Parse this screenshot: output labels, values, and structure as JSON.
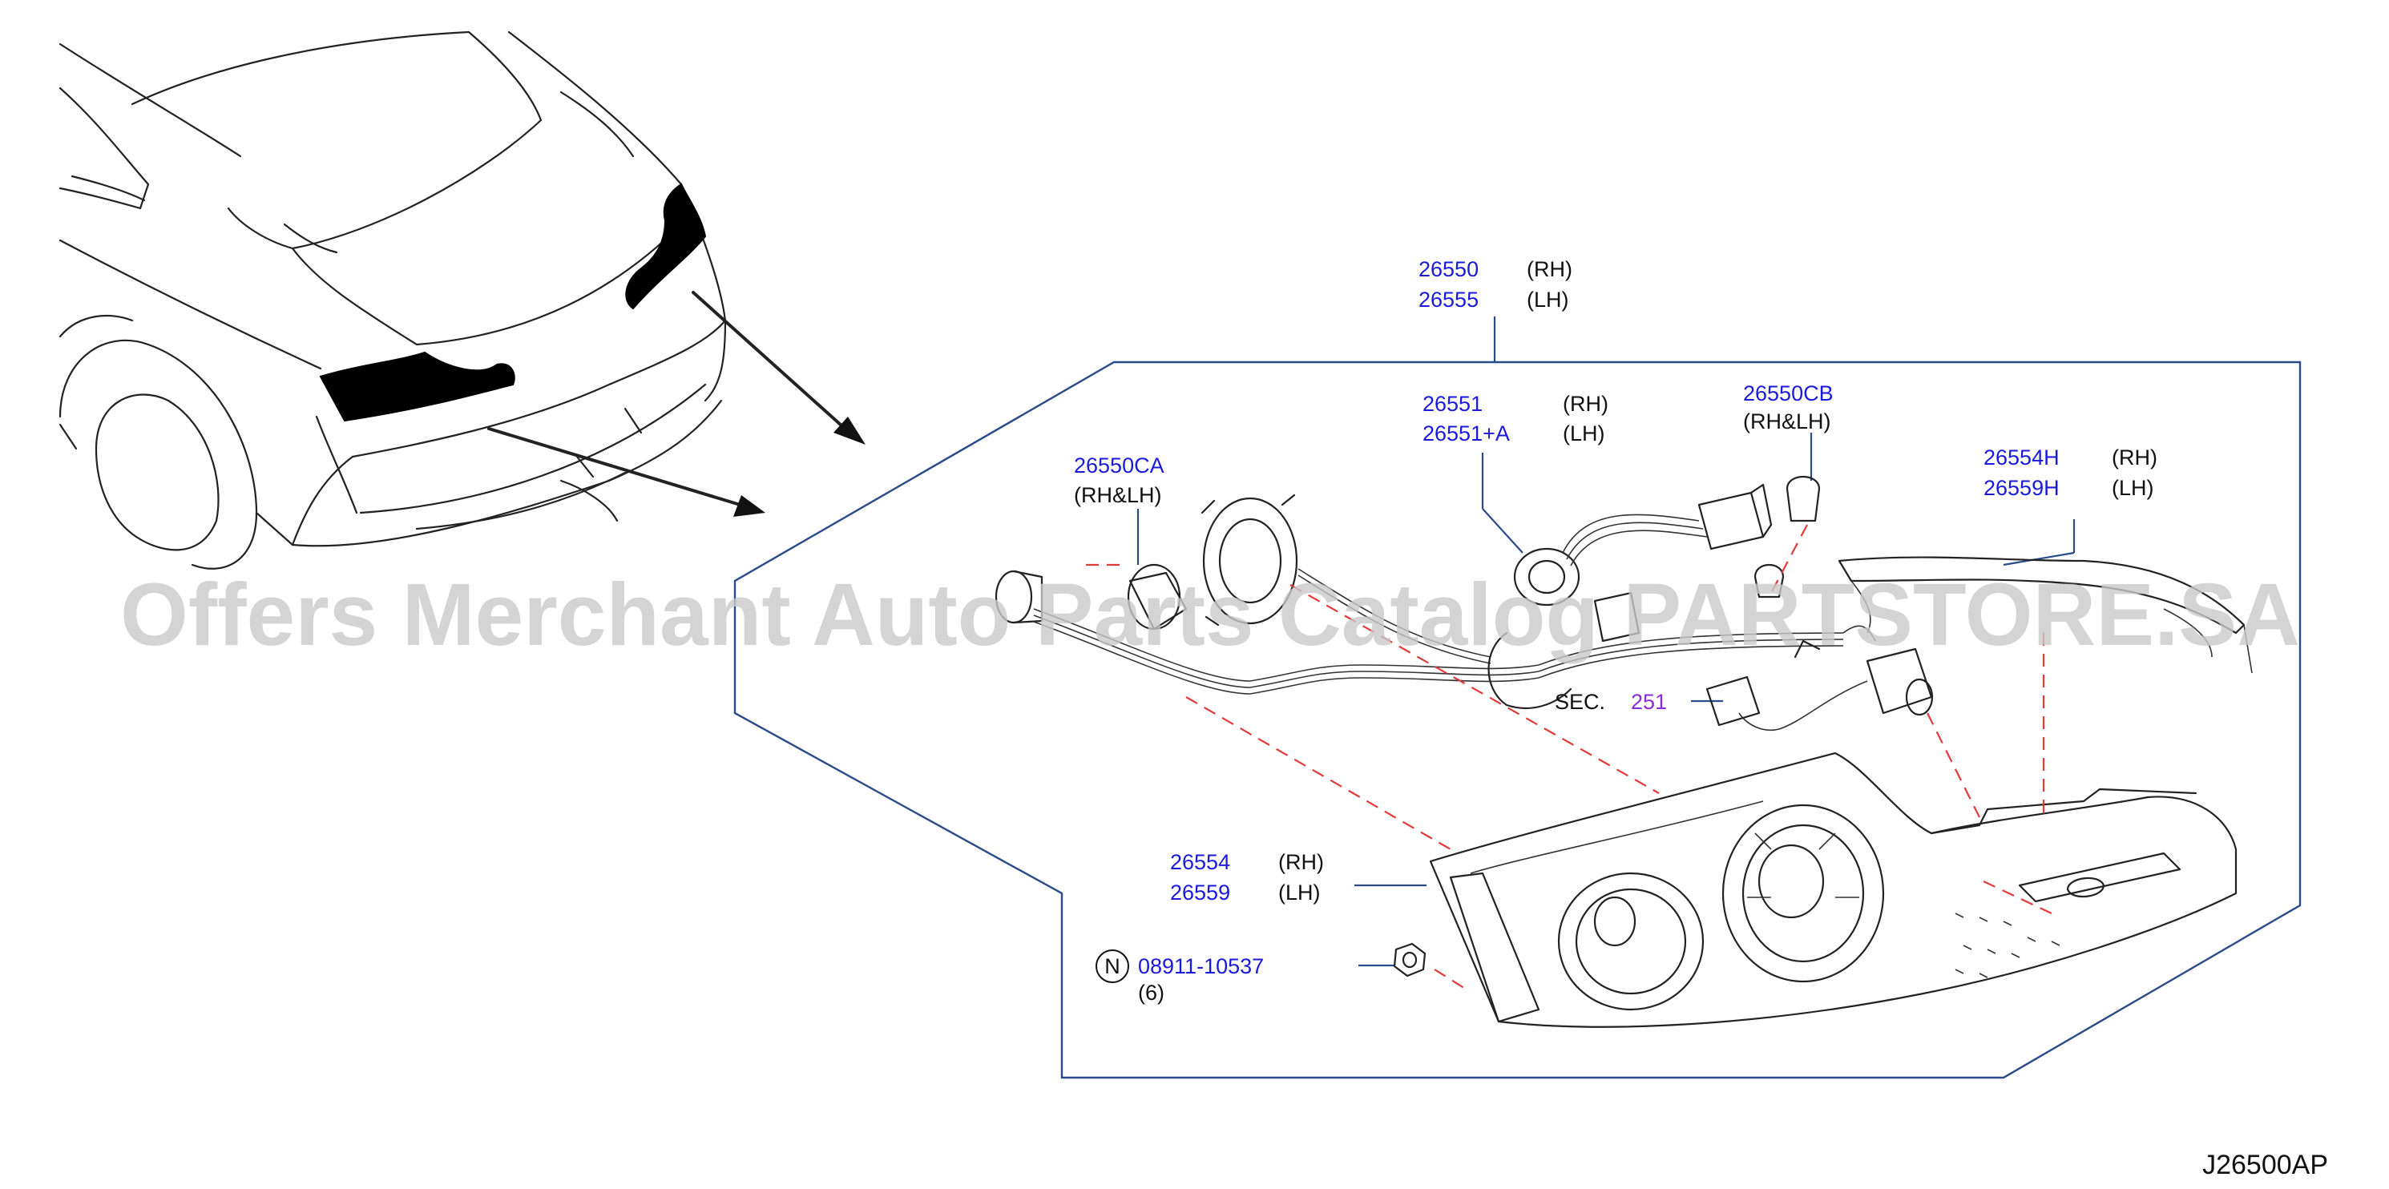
{
  "callouts": {
    "assembly": {
      "rh": "26550",
      "lh": "26555",
      "rh_tag": "(RH)",
      "lh_tag": "(LH)"
    },
    "harness": {
      "rh": "26551",
      "lh": "26551+A",
      "rh_tag": "(RH)",
      "lh_tag": "(LH)"
    },
    "bulb_cb": {
      "pn": "26550CB",
      "tag": "(RH&LH)"
    },
    "bulb_ca": {
      "pn": "26550CA",
      "tag": "(RH&LH)"
    },
    "gasket": {
      "rh": "26554H",
      "lh": "26559H",
      "rh_tag": "(RH)",
      "lh_tag": "(LH)"
    },
    "lens_housing": {
      "rh": "26554",
      "lh": "26559",
      "rh_tag": "(RH)",
      "lh_tag": "(LH)"
    },
    "nut": {
      "badge": "N",
      "pn": "08911-10537",
      "qty": "(6)"
    },
    "section": {
      "label": "SEC.",
      "ref": "251"
    }
  },
  "watermark": "Offers Merchant Auto Parts Catalog PARTSTORE.SA",
  "diagram_code": "J26500AP",
  "colors": {
    "part_number": "#1a1adb",
    "section_ref": "#8a2bd6",
    "frame": "#2b4a8a",
    "dashed_guide": "#e23a3a"
  }
}
